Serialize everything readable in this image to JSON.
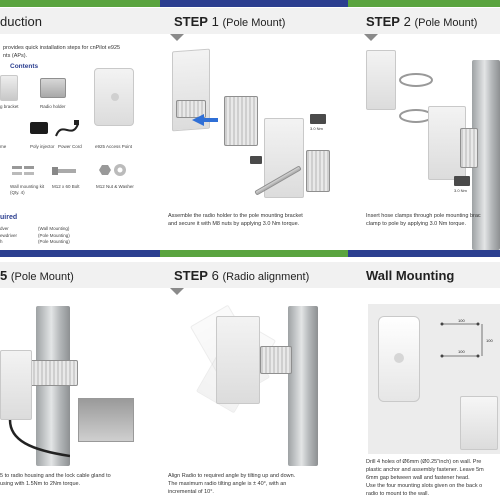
{
  "colors": {
    "green": "#5aa43f",
    "blue": "#2c3f90",
    "header_bg": "#f1f1f1",
    "notch": "#8a8a8a"
  },
  "intro": {
    "title": "duction",
    "text": "provides quick installation steps for cnPilot e925",
    "text2": "nts (APs).",
    "contents_heading": "Contents",
    "labels": {
      "bracket": "g bracket",
      "holder": "Radio holder",
      "injector": "Poly injector",
      "cord": "Power Cord",
      "ap": "e925 Access Point",
      "mount_kit": "Wall mounting kit",
      "mount_kit_qty": "(Qty. 4)",
      "bolt": "M12 x 60 Bolt",
      "nut": "M12 Nut & Washer",
      "me": "me"
    },
    "tools_heading": "uired",
    "tools": [
      {
        "name": "dver",
        "use": "(Wall Mounting)"
      },
      {
        "name": "ewdriver",
        "use": "(Pole Mounting)"
      },
      {
        "name": "h",
        "use": "(Pole Mounting)"
      }
    ]
  },
  "step1": {
    "label": "STEP",
    "num": "1",
    "sub": "(Pole Mount)",
    "torque": "3.0 Nm",
    "text": "Assemble the radio holder to the pole mounting bracket",
    "text2": "and secure it with M8 nuts by applying 3.0 Nm torque."
  },
  "step2": {
    "label": "STEP",
    "num": "2",
    "sub": "(Pole Mount)",
    "torque": "3.0 Nm",
    "text": "Insert hose clamps through pole mounting brac",
    "text2": "clamp to pole by applying 3.0 Nm torque."
  },
  "step5": {
    "label": "5",
    "sub": "(Pole Mount)",
    "text": "5 to radio housing and the lock cable gland to",
    "text2": "using with 1.5Nm to 2Nm torque."
  },
  "step6": {
    "label": "STEP",
    "num": "6",
    "sub": "(Radio alignment)",
    "text": "Align Radio to required angle by tilting up and down.",
    "text2": "The maximum radio tilting angle is ± 40°, with an",
    "text3": "incremental of 10°."
  },
  "wall": {
    "title": "Wall Mounting",
    "dims": {
      "a": "100",
      "b": "100",
      "c": "100"
    },
    "text": "Drill 4 holes of Ø6mm (Ø0.25\"inch) on wall. Pre",
    "text2": "plastic anchor and assembly fastener. Leave 5m",
    "text3": "6mm gap between wall and fastener head.",
    "text4": "Use the four mounting slots given on the back o",
    "text5": "radio to mount to the wall."
  }
}
